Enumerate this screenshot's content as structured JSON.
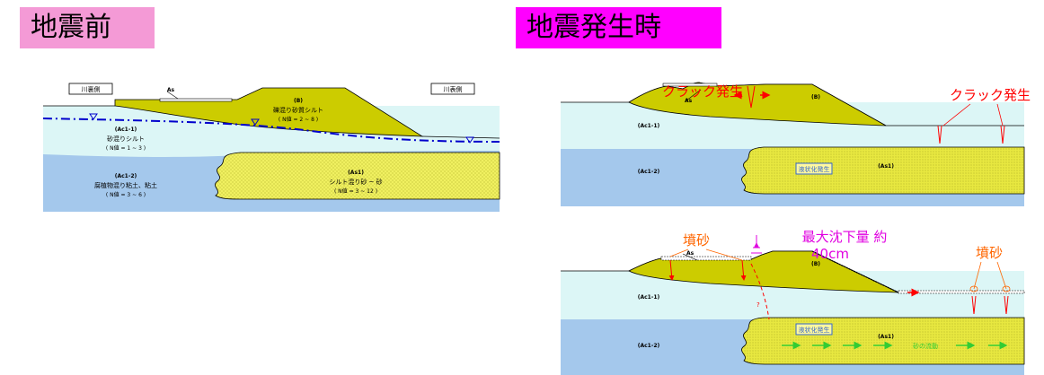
{
  "headers": {
    "before": "地震前",
    "after": "地震発生時"
  },
  "before_panel": {
    "left_side_label": "川裏側",
    "right_side_label": "川表側",
    "as_label": "As",
    "b_code": "(B)",
    "b_desc": "礫混り砂質シルト",
    "b_nvalue": "( N値 = 2 ~ 8 )",
    "ac11_code": "(Ac1-1)",
    "ac11_desc": "砂混りシルト",
    "ac11_nvalue": "( N値 = 1 ~ 3 )",
    "ac12_code": "(Ac1-2)",
    "ac12_desc": "腐植物混り粘土、粘土",
    "ac12_nvalue": "( N値 = 3 ~ 6 )",
    "as1_code": "(As1)",
    "as1_desc": "シルト混り砂 ~ 砂",
    "as1_nvalue": "( N値 = 3 ~ 12 )"
  },
  "after_top_panel": {
    "crack_label_left": "クラック発生",
    "crack_label_right": "クラック発生",
    "as_label": "As",
    "b_code": "(B)",
    "ac11_code": "(Ac1-1)",
    "ac12_code": "(Ac1-2)",
    "as1_code": "(As1)",
    "liquefaction_label": "液状化発生"
  },
  "after_bottom_panel": {
    "sand_boil_left": "墳砂",
    "sand_boil_right": "墳砂",
    "max_settlement_line1": "最大沈下量 約",
    "max_settlement_line2": "40cm",
    "as_label": "As",
    "b_code": "(B)",
    "ac11_code": "(Ac1-1)",
    "ac12_code": "(Ac1-2)",
    "as1_code": "(As1)",
    "liquefaction_label": "液状化発生",
    "sand_flow_label": "砂の流動"
  },
  "colors": {
    "upper_clay": "#dcf6f6",
    "lower_clay": "#a4c8ec",
    "embankment": "#cccc00",
    "sand": "#f0f060",
    "water": "#0000cc",
    "crack": "#ff0000",
    "sand_boil_text": "#ff6600",
    "settlement_text": "#e000e0",
    "flow_arrow": "#33cc33"
  }
}
